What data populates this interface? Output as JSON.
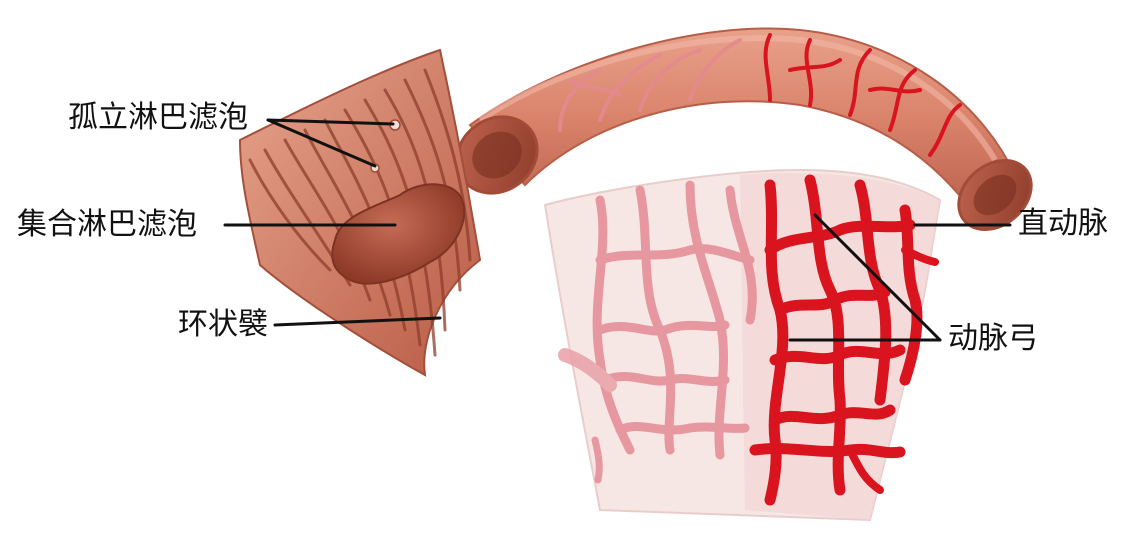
{
  "labels": {
    "isolated_follicle": "孤立淋巴滤泡",
    "aggregated_follicle": "集合淋巴滤泡",
    "circular_folds": "环状襞",
    "vasa_recta": "直动脉",
    "arterial_arcade": "动脉弓"
  },
  "colors": {
    "mucosa": "#c9725a",
    "mucosa_light": "#e7a48c",
    "fold_dark": "#8e3e2c",
    "serosa_tube": "#d98a72",
    "mesentery": "#f6e4e2",
    "artery_light": "#e58a94",
    "artery_red": "#d9141e",
    "follicle": "#a84a35",
    "leader_line": "#111111"
  }
}
